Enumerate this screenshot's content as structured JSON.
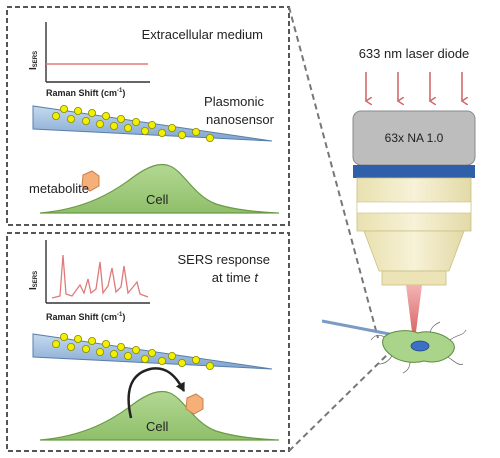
{
  "panel_top": {
    "axis_i": "I",
    "axis_sub": "SERS",
    "x_axis": "Raman Shift (cm",
    "x_axis_sup": "-1",
    "x_axis_end": ")",
    "title": "Extracellular medium",
    "sensor_line1": "Plasmonic",
    "sensor_line2": "nanosensor",
    "metabolite": "metabolite",
    "cell": "Cell"
  },
  "panel_bottom": {
    "axis_i": "I",
    "axis_sub": "SERS",
    "x_axis": "Raman Shift (cm",
    "x_axis_sup": "-1",
    "x_axis_end": ")",
    "response_line1": "SERS  response",
    "response_line2": "at time ",
    "time_symbol": "t",
    "cell": "Cell"
  },
  "microscope": {
    "laser_label": "633  nm laser diode",
    "objective_label": "63x NA 1.0"
  },
  "colors": {
    "spectrum": "#e07a7a",
    "laser_arrow": "#d06a6a",
    "cell_fill": "#9dc97a",
    "nanoparticle": "#f0f000",
    "probe": "#9fbfe0",
    "metabolite": "#f5b07a",
    "objective_gray": "#bdbdbd",
    "objective_blue": "#2f5fa8",
    "objective_cream": "#f2ecc4"
  }
}
